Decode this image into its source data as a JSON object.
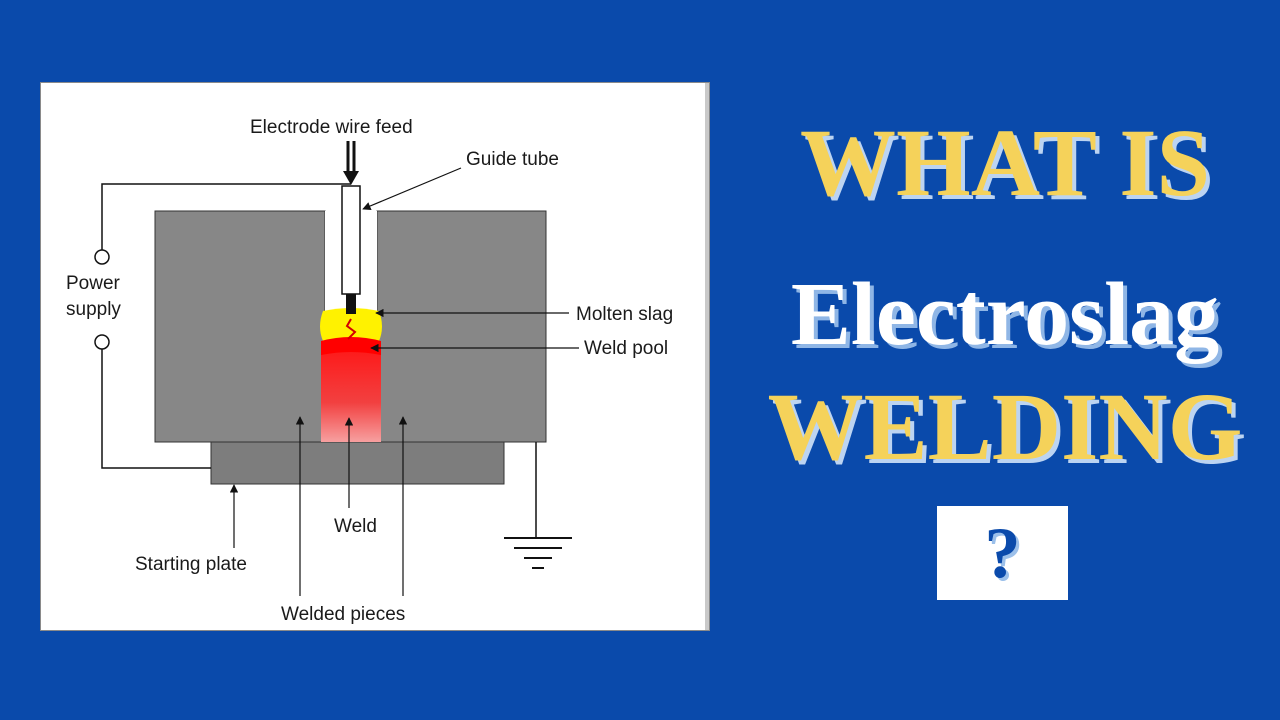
{
  "diagram": {
    "labels": {
      "electrode_wire_feed": "Electrode wire feed",
      "guide_tube": "Guide tube",
      "power_supply_line1": "Power",
      "power_supply_line2": "supply",
      "molten_slag": "Molten slag",
      "weld_pool": "Weld pool",
      "weld": "Weld",
      "starting_plate": "Starting plate",
      "welded_pieces": "Welded pieces"
    },
    "colors": {
      "workpiece": "#878787",
      "starting_plate": "#7d7d7d",
      "molten_slag": "#fff200",
      "weld_pool": "#ff1a1a"
    }
  },
  "title": {
    "line1": "WHAT IS",
    "line2": "Electroslag",
    "line3": "WELDING",
    "question": "?"
  },
  "colors": {
    "background": "#0a4aab",
    "title_yellow": "#f5d25a",
    "title_white": "#ffffff"
  }
}
